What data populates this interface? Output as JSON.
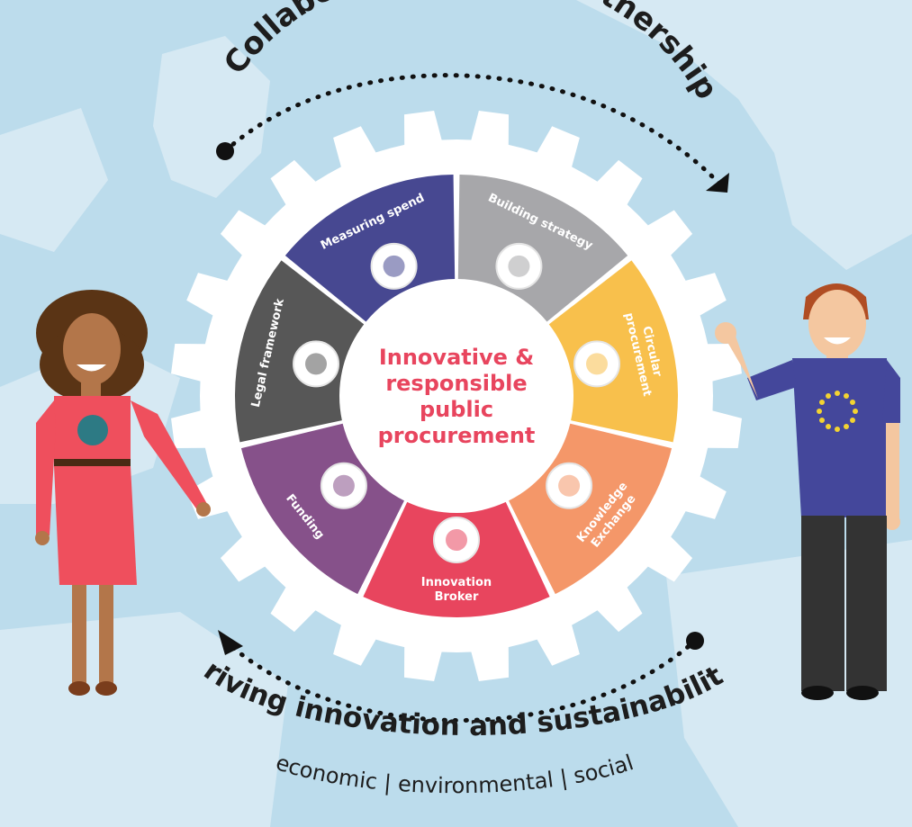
{
  "top_arc_text": "Collaboration in EU Partnership",
  "bottom_arc_text": "Driving innovation and sustainability",
  "bottom_subtext": "economic | environmental | social",
  "center": {
    "line1": "Innovative &",
    "line2": "responsible",
    "line3": "public",
    "line4": "procurement"
  },
  "segments": [
    {
      "label_lines": [
        "Building strategy"
      ],
      "color": "#a7a7aa",
      "icon": "people-meeting-icon"
    },
    {
      "label_lines": [
        "Circular",
        "procurement"
      ],
      "color": "#f8c04c",
      "icon": "recycle-arrows-icon"
    },
    {
      "label_lines": [
        "Knowledge",
        "Exchange"
      ],
      "color": "#f49769",
      "icon": "knowledge-exchange-icon"
    },
    {
      "label_lines": [
        "Innovation",
        "Broker"
      ],
      "color": "#e8455e",
      "icon": "team-group-icon"
    },
    {
      "label_lines": [
        "Funding"
      ],
      "color": "#86518a",
      "icon": "factory-idea-icon"
    },
    {
      "label_lines": [
        "Legal framework"
      ],
      "color": "#575757",
      "icon": "legal-documents-icon"
    },
    {
      "label_lines": [
        "Measuring spend"
      ],
      "color": "#474891",
      "icon": "line-chart-icon"
    }
  ],
  "colors": {
    "background": "#bcdcec",
    "land": "#d6e9f3",
    "gear": "#ffffff",
    "center_text": "#e8455e",
    "dark_text": "#1d1d1d"
  }
}
